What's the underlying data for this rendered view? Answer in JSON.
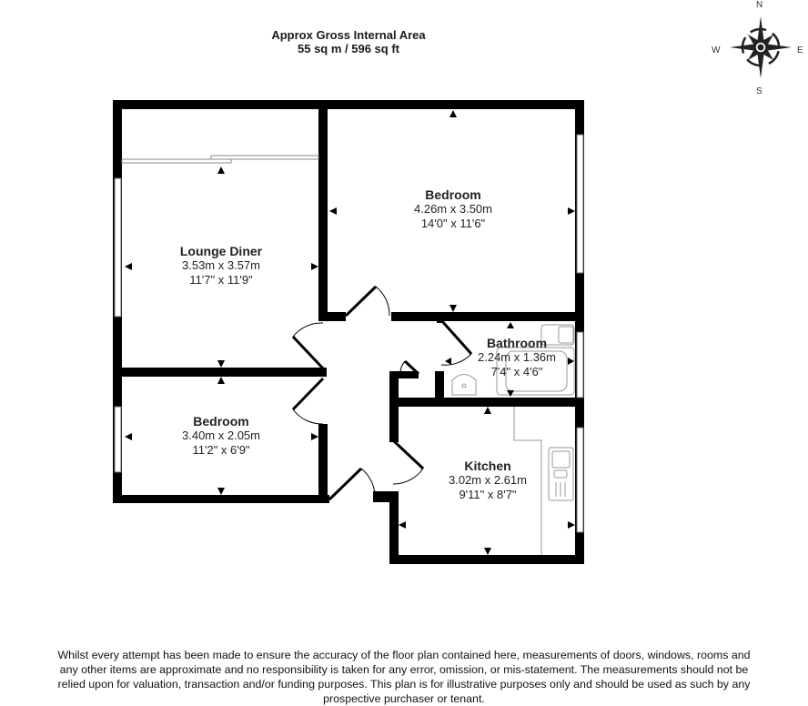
{
  "header": {
    "title_line1": "Approx Gross Internal Area",
    "title_line2": "55 sq m / 596 sq ft"
  },
  "compass": {
    "icon": "compass-rose-icon",
    "north": "N",
    "south": "S",
    "east": "E",
    "west": "W"
  },
  "rooms": [
    {
      "name": "Lounge Diner",
      "metric": "3.53m x 3.57m",
      "imperial": "11'7\" x 11'9\""
    },
    {
      "name": "Bedroom",
      "metric": "4.26m x 3.50m",
      "imperial": "14'0\" x 11'6\""
    },
    {
      "name": "Bathroom",
      "metric": "2.24m x 1.36m",
      "imperial": "7'4\" x 4'6\""
    },
    {
      "name": "Bedroom",
      "metric": "3.40m x 2.05m",
      "imperial": "11'2\" x 6'9\""
    },
    {
      "name": "Kitchen",
      "metric": "3.02m x 2.61m",
      "imperial": "9'11\" x 8'7\""
    }
  ],
  "disclaimer": {
    "line1": "Whilst every attempt has been made to ensure the accuracy of the floor plan contained here, measurements of doors, windows, rooms and",
    "line2": "any other items are approximate and no responsibility is taken for any error, omission, or mis-statement. The measurements should not be",
    "line3": "relied upon for valuation, transaction and/or funding purposes. This plan is for illustrative purposes only and should be used as such by any",
    "line4": "prospective purchaser or tenant."
  },
  "colors": {
    "wall": "#000000",
    "fixture": "#9a9a9a",
    "background": "#ffffff"
  }
}
